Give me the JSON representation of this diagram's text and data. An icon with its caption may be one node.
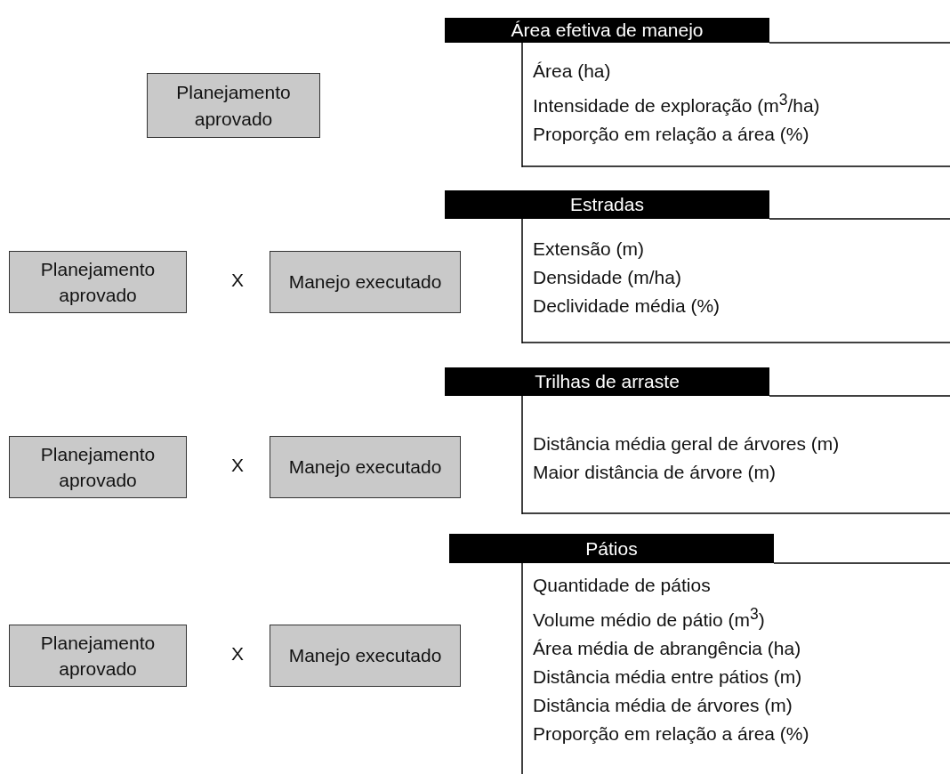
{
  "diagram": {
    "nodes": [
      {
        "text": [
          "Área efetiva de manejo",
          "Área (ha)",
          "Intensidade de exploração (m$^{3}$/ha)",
          "Proporção em relação a área (%)"
        ]
      },
      {
        "text": [
          "Planejamento aprovado"
        ]
      },
      {
        "text": [
          "Estradas",
          "Extensão (m)",
          "Densidade (m/ha)",
          "Declividade média (%)"
        ]
      },
      {
        "text": [
          "Planejamento aprovado"
        ]
      },
      {
        "text": [
          "Manejo executado"
        ]
      },
      {
        "text": [
          "Trilhas de arraste",
          "Distância média geral de árvores (m)",
          "Maior distância de árvore (m)"
        ]
      },
      {
        "text": [
          "Planejamento aprovado"
        ]
      },
      {
        "text": [
          "Manejo executado"
        ]
      },
      {
        "text": [
          "Pátios",
          "Quantidade de pátios",
          "Volume médio de pátio (m$^{3}$)",
          "Área média de abrangência (ha)",
          "Distância média entre pátios (m)",
          "Distância média de árvores (m)",
          "Proporção em relação a área (%)"
        ]
      },
      {
        "text": [
          "Planejamento aprovado"
        ]
      },
      {
        "text": [
          "Manejo executado"
        ]
      }
    ],
    "edges": [],
    "labels": [
      "X",
      "X",
      "X"
    ]
  }
}
